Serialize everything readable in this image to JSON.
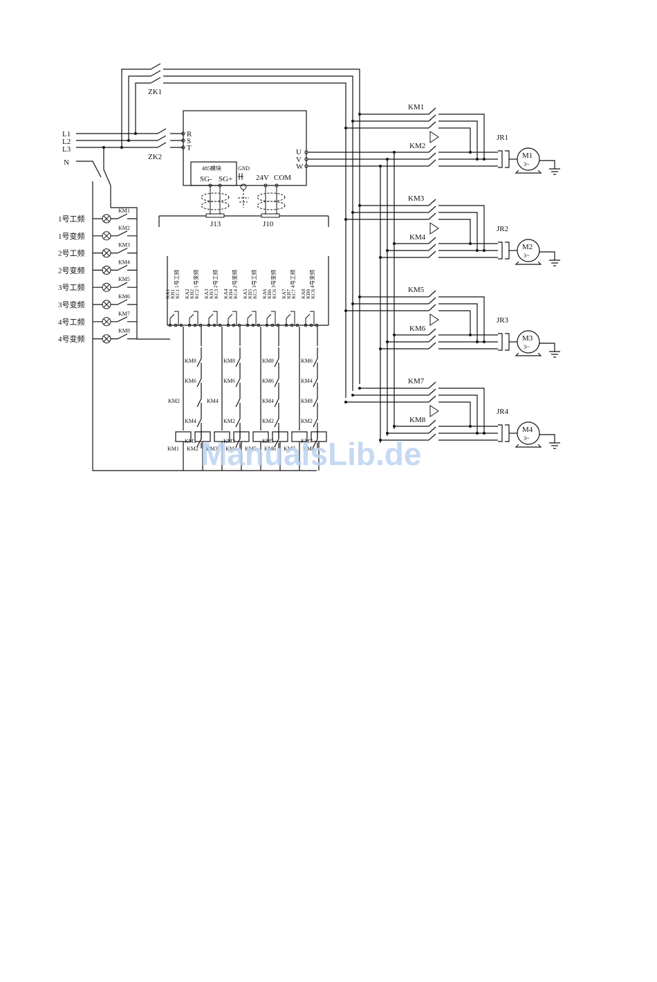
{
  "breakers": {
    "zk1": "ZK1",
    "zk2": "ZK2"
  },
  "lines": {
    "l1": "L1",
    "l2": "L2",
    "l3": "L3",
    "n": "N"
  },
  "inverter": {
    "r": "R",
    "s": "S",
    "t": "T",
    "u": "U",
    "v": "V",
    "w": "W",
    "module": "485模块",
    "sg_minus": "SG-",
    "sg_plus": "SG+",
    "gnd": "GND",
    "v24": "24V",
    "com": "COM"
  },
  "connectors": {
    "j13": "J13",
    "j10": "J10"
  },
  "lamps": [
    {
      "label": "1号工频",
      "contact": "KM1"
    },
    {
      "label": "1号变频",
      "contact": "KM2"
    },
    {
      "label": "2号工频",
      "contact": "KM3"
    },
    {
      "label": "2号变频",
      "contact": "KM4"
    },
    {
      "label": "3号工频",
      "contact": "KM5"
    },
    {
      "label": "3号变频",
      "contact": "KM6"
    },
    {
      "label": "4号工频",
      "contact": "KM7"
    },
    {
      "label": "4号变频",
      "contact": "KM8"
    }
  ],
  "outputs": [
    {
      "name": "1号工频",
      "ka": "KA1",
      "kb": "KB1",
      "kc": "KC1"
    },
    {
      "name": "1号变频",
      "ka": "KA2",
      "kb": "KB2",
      "kc": "KC2"
    },
    {
      "name": "2号工频",
      "ka": "KA3",
      "kb": "KB3",
      "kc": "KC3"
    },
    {
      "name": "2号变频",
      "ka": "KA4",
      "kb": "KB4",
      "kc": "KC4"
    },
    {
      "name": "3号工频",
      "ka": "KA5",
      "kb": "KB5",
      "kc": "KC5"
    },
    {
      "name": "3号变频",
      "ka": "KA6",
      "kb": "KB6",
      "kc": "KC6"
    },
    {
      "name": "4号工频",
      "ka": "KA7",
      "kb": "KB7",
      "kc": "KC7"
    },
    {
      "name": "4号变频",
      "ka": "KA8",
      "kb": "KB8",
      "kc": "KC8"
    }
  ],
  "interlocks": [
    {
      "col": "a",
      "labels": [
        "KM8",
        "KM6",
        "KM2",
        "KM4",
        "KM1"
      ]
    },
    {
      "col": "b",
      "labels": [
        "KM8",
        "KM6",
        "KM4",
        "KM2",
        "KM3"
      ]
    },
    {
      "col": "c",
      "labels": [
        "KM8",
        "KM6",
        "KM4",
        "KM2",
        "KM5"
      ]
    },
    {
      "col": "d",
      "labels": [
        "KM6",
        "KM4",
        "KM8",
        "KM2",
        "KM7"
      ]
    }
  ],
  "coils": [
    "KM1",
    "KM2",
    "KM3",
    "KM4",
    "KM5",
    "KM6",
    "KM7",
    "KM8"
  ],
  "motors": [
    {
      "top": "KM1",
      "bottom": "KM2",
      "relay": "JR1",
      "motor": "M1",
      "phase": "3~"
    },
    {
      "top": "KM3",
      "bottom": "KM4",
      "relay": "JR2",
      "motor": "M2",
      "phase": "3~"
    },
    {
      "top": "KM5",
      "bottom": "KM6",
      "relay": "JR3",
      "motor": "M3",
      "phase": "3~"
    },
    {
      "top": "KM7",
      "bottom": "KM8",
      "relay": "JR4",
      "motor": "M4",
      "phase": "3~"
    }
  ],
  "watermark": "ManualsLib.de"
}
